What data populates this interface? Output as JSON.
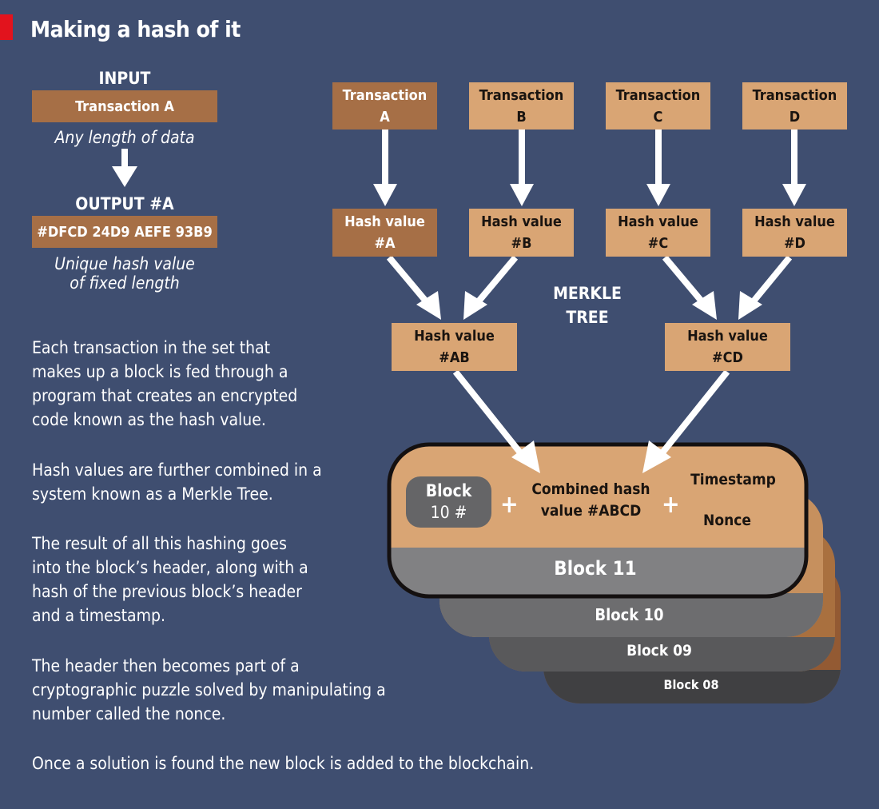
{
  "title": "Making a hash of it",
  "colors": {
    "background": "#3f4e70",
    "accent_red": "#e2131d",
    "box_dark": "#a66f46",
    "box_light": "#d9a574",
    "block_gray_1": "#818183",
    "block_gray_2": "#6d6d6f",
    "block_gray_3": "#59595b",
    "block_gray_4": "#404042"
  },
  "example": {
    "input_label": "INPUT",
    "input_value": "Transaction A",
    "input_note": "Any length of data",
    "output_label": "OUTPUT #A",
    "output_value": "#DFCD 24D9 AEFE 93B9",
    "output_note_line1": "Unique hash value",
    "output_note_line2": "of fixed length"
  },
  "tree": {
    "label_line1": "MERKLE",
    "label_line2": "TREE",
    "transactions": [
      {
        "line1": "Transaction",
        "line2": "A",
        "highlight": true
      },
      {
        "line1": "Transaction",
        "line2": "B",
        "highlight": false
      },
      {
        "line1": "Transaction",
        "line2": "C",
        "highlight": false
      },
      {
        "line1": "Transaction",
        "line2": "D",
        "highlight": false
      }
    ],
    "hashes": [
      {
        "line1": "Hash value",
        "line2": "#A",
        "highlight": true
      },
      {
        "line1": "Hash value",
        "line2": "#B",
        "highlight": false
      },
      {
        "line1": "Hash value",
        "line2": "#C",
        "highlight": false
      },
      {
        "line1": "Hash value",
        "line2": "#D",
        "highlight": false
      }
    ],
    "combined": [
      {
        "line1": "Hash value",
        "line2": "#AB"
      },
      {
        "line1": "Hash value",
        "line2": "#CD"
      }
    ]
  },
  "block_header": {
    "prev_block_line1": "Block",
    "prev_block_line2": "10 #",
    "plus": "+",
    "combined_line1": "Combined hash",
    "combined_line2": "value #ABCD",
    "timestamp": "Timestamp",
    "nonce": "Nonce"
  },
  "blocks": [
    "Block 11",
    "Block 10",
    "Block 09",
    "Block 08"
  ],
  "paragraphs": [
    [
      "Each transaction in the set that",
      "makes up a block is fed through a",
      "program that creates an encrypted",
      "code known as the hash value."
    ],
    [
      "Hash values are further combined in a",
      "system known as a Merkle Tree."
    ],
    [
      "The result of all this hashing goes",
      "into the block’s header, along with a",
      "hash of the previous block’s header",
      "and a timestamp."
    ],
    [
      "The header then becomes part of a",
      "cryptographic puzzle solved by manipulating a",
      "number called the nonce."
    ],
    [
      "Once a solution is found the new block is added to the blockchain."
    ]
  ]
}
